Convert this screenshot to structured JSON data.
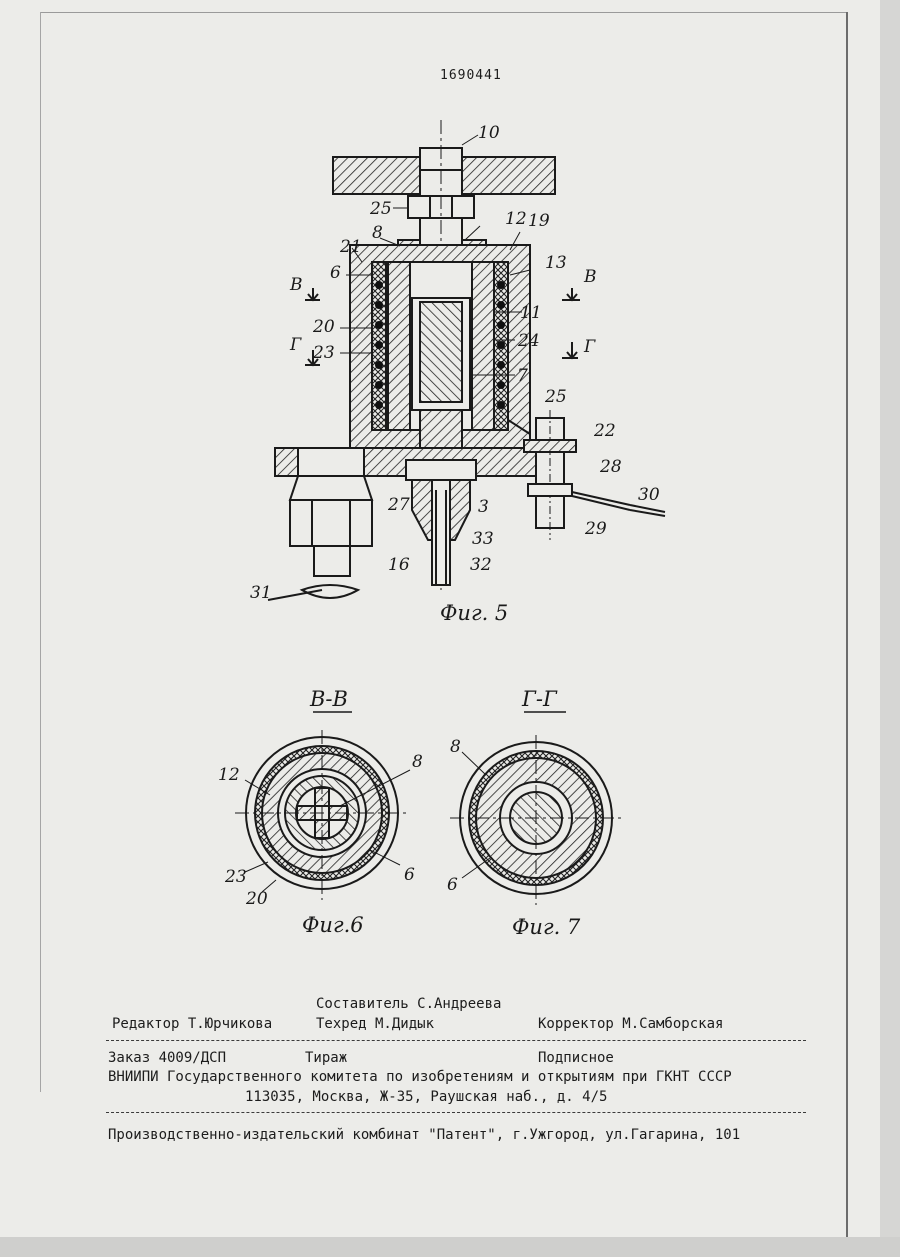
{
  "document": {
    "patent_number": "1690441",
    "figures": {
      "fig5": {
        "caption": "Фиг. 5",
        "labels": [
          "10",
          "25",
          "12",
          "19",
          "8",
          "21",
          "6",
          "13",
          "11",
          "20",
          "24",
          "23",
          "7",
          "25",
          "22",
          "28",
          "27",
          "3",
          "30",
          "33",
          "29",
          "32",
          "16",
          "31"
        ],
        "section_marks": [
          "В",
          "В",
          "Г",
          "Г"
        ]
      },
      "fig6": {
        "title": "В-В",
        "caption": "Фиг.6",
        "labels": [
          "8",
          "12",
          "23",
          "20",
          "6"
        ]
      },
      "fig7": {
        "title": "Г-Г",
        "caption": "Фиг. 7",
        "labels": [
          "8",
          "6"
        ]
      }
    },
    "imprint": {
      "compiler": "Составитель С.Андреева",
      "editor": "Редактор Т.Юрчикова",
      "techred": "Техред М.Дидык",
      "corrector": "Корректор М.Самборская",
      "order": "Заказ 4009/ДСП",
      "tirazh": "Тираж",
      "podpisnoe": "Подписное",
      "vniipi": "ВНИИПИ Государственного комитета по изобретениям и открытиям при ГКНТ СССР",
      "address": "113035, Москва, Ж-35, Раушская наб., д. 4/5",
      "kombinat": "Производственно-издательский комбинат \"Патент\", г.Ужгород, ул.Гагарина, 101"
    }
  }
}
